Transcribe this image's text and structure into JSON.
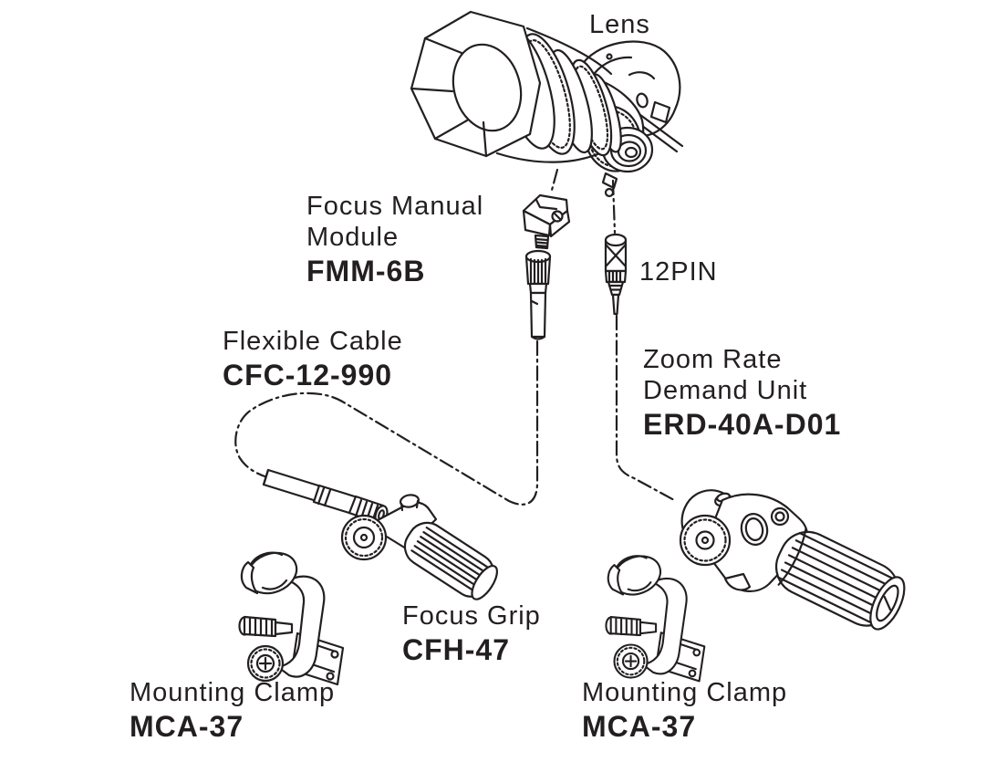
{
  "page": {
    "background": "#ffffff",
    "ink_color": "#231f20"
  },
  "labels": {
    "lens": "Lens",
    "focus_manual_module": {
      "name_line1": "Focus Manual",
      "name_line2": "Module",
      "model": "FMM-6B"
    },
    "twelve_pin": "12PIN",
    "flexible_cable": {
      "name": "Flexible Cable",
      "model": "CFC-12-990"
    },
    "zoom_rate_demand_unit": {
      "name_line1": "Zoom Rate",
      "name_line2": "Demand Unit",
      "model": "ERD-40A-D01"
    },
    "focus_grip": {
      "name": "Focus Grip",
      "model": "CFH-47"
    },
    "mounting_clamp_left": {
      "name": "Mounting Clamp",
      "model": "MCA-37"
    },
    "mounting_clamp_right": {
      "name": "Mounting Clamp",
      "model": "MCA-37"
    }
  }
}
